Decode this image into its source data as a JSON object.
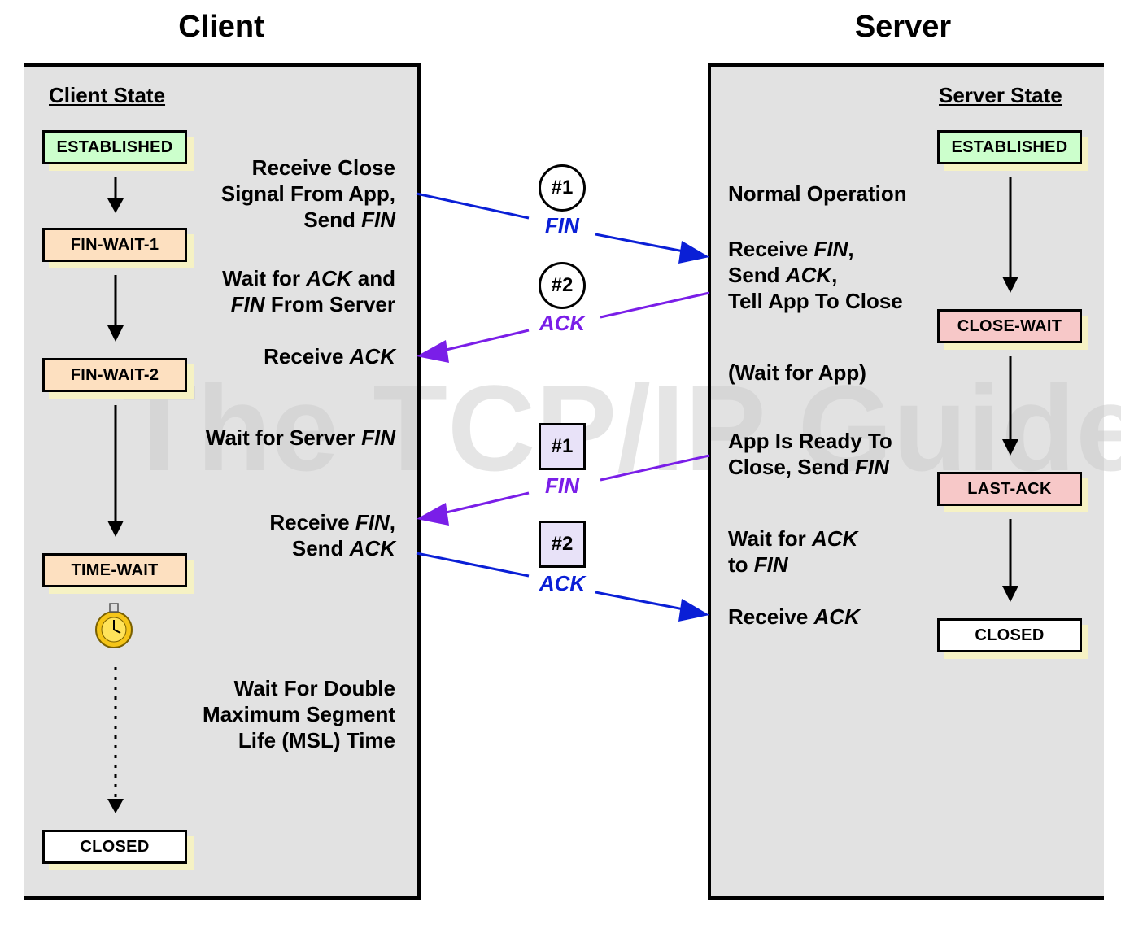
{
  "titles": {
    "client": "Client",
    "server": "Server"
  },
  "watermark": "The TCP/IP Guide",
  "client_state_heading": "Client State",
  "server_state_heading": "Server State",
  "client_states": [
    "ESTABLISHED",
    "FIN-WAIT-1",
    "FIN-WAIT-2",
    "TIME-WAIT",
    "CLOSED"
  ],
  "server_states": [
    "ESTABLISHED",
    "CLOSE-WAIT",
    "LAST-ACK",
    "CLOSED"
  ],
  "client_steps": {
    "s1": {
      "a": "Receive Close",
      "b": "Signal From App,",
      "c": "Send ",
      "d": "FIN"
    },
    "s2": {
      "a": "Wait for ",
      "b": "ACK",
      "c": " and",
      "d": "FIN",
      "e": " From Server"
    },
    "s3": {
      "a": "Receive ",
      "b": "ACK"
    },
    "s4": {
      "a": "Wait for Server ",
      "b": "FIN"
    },
    "s5": {
      "a": "Receive ",
      "b": "FIN",
      "c": ",",
      "d": "Send ",
      "e": "ACK"
    },
    "s6": {
      "a": "Wait For Double",
      "b": "Maximum Segment",
      "c": "Life (MSL) Time"
    }
  },
  "server_steps": {
    "s1": "Normal Operation",
    "s2": {
      "a": "Receive ",
      "b": "FIN",
      "c": ",",
      "d": "Send ",
      "e": "ACK",
      "f": ",",
      "g": "Tell App To Close"
    },
    "s3": "(Wait for App)",
    "s4": {
      "a": "App Is Ready To",
      "b": "Close, Send ",
      "c": "FIN"
    },
    "s5": {
      "a": "Wait for ",
      "b": "ACK",
      "c": "to ",
      "d": "FIN"
    },
    "s6": {
      "a": "Receive ",
      "b": "ACK"
    }
  },
  "messages": [
    {
      "badge": "#1",
      "label": "FIN",
      "color": "#0a1fd6"
    },
    {
      "badge": "#2",
      "label": "ACK",
      "color": "#7a1ee8"
    },
    {
      "badge": "#1",
      "label": "FIN",
      "color": "#7a1ee8"
    },
    {
      "badge": "#2",
      "label": "ACK",
      "color": "#0a1fd6"
    }
  ]
}
